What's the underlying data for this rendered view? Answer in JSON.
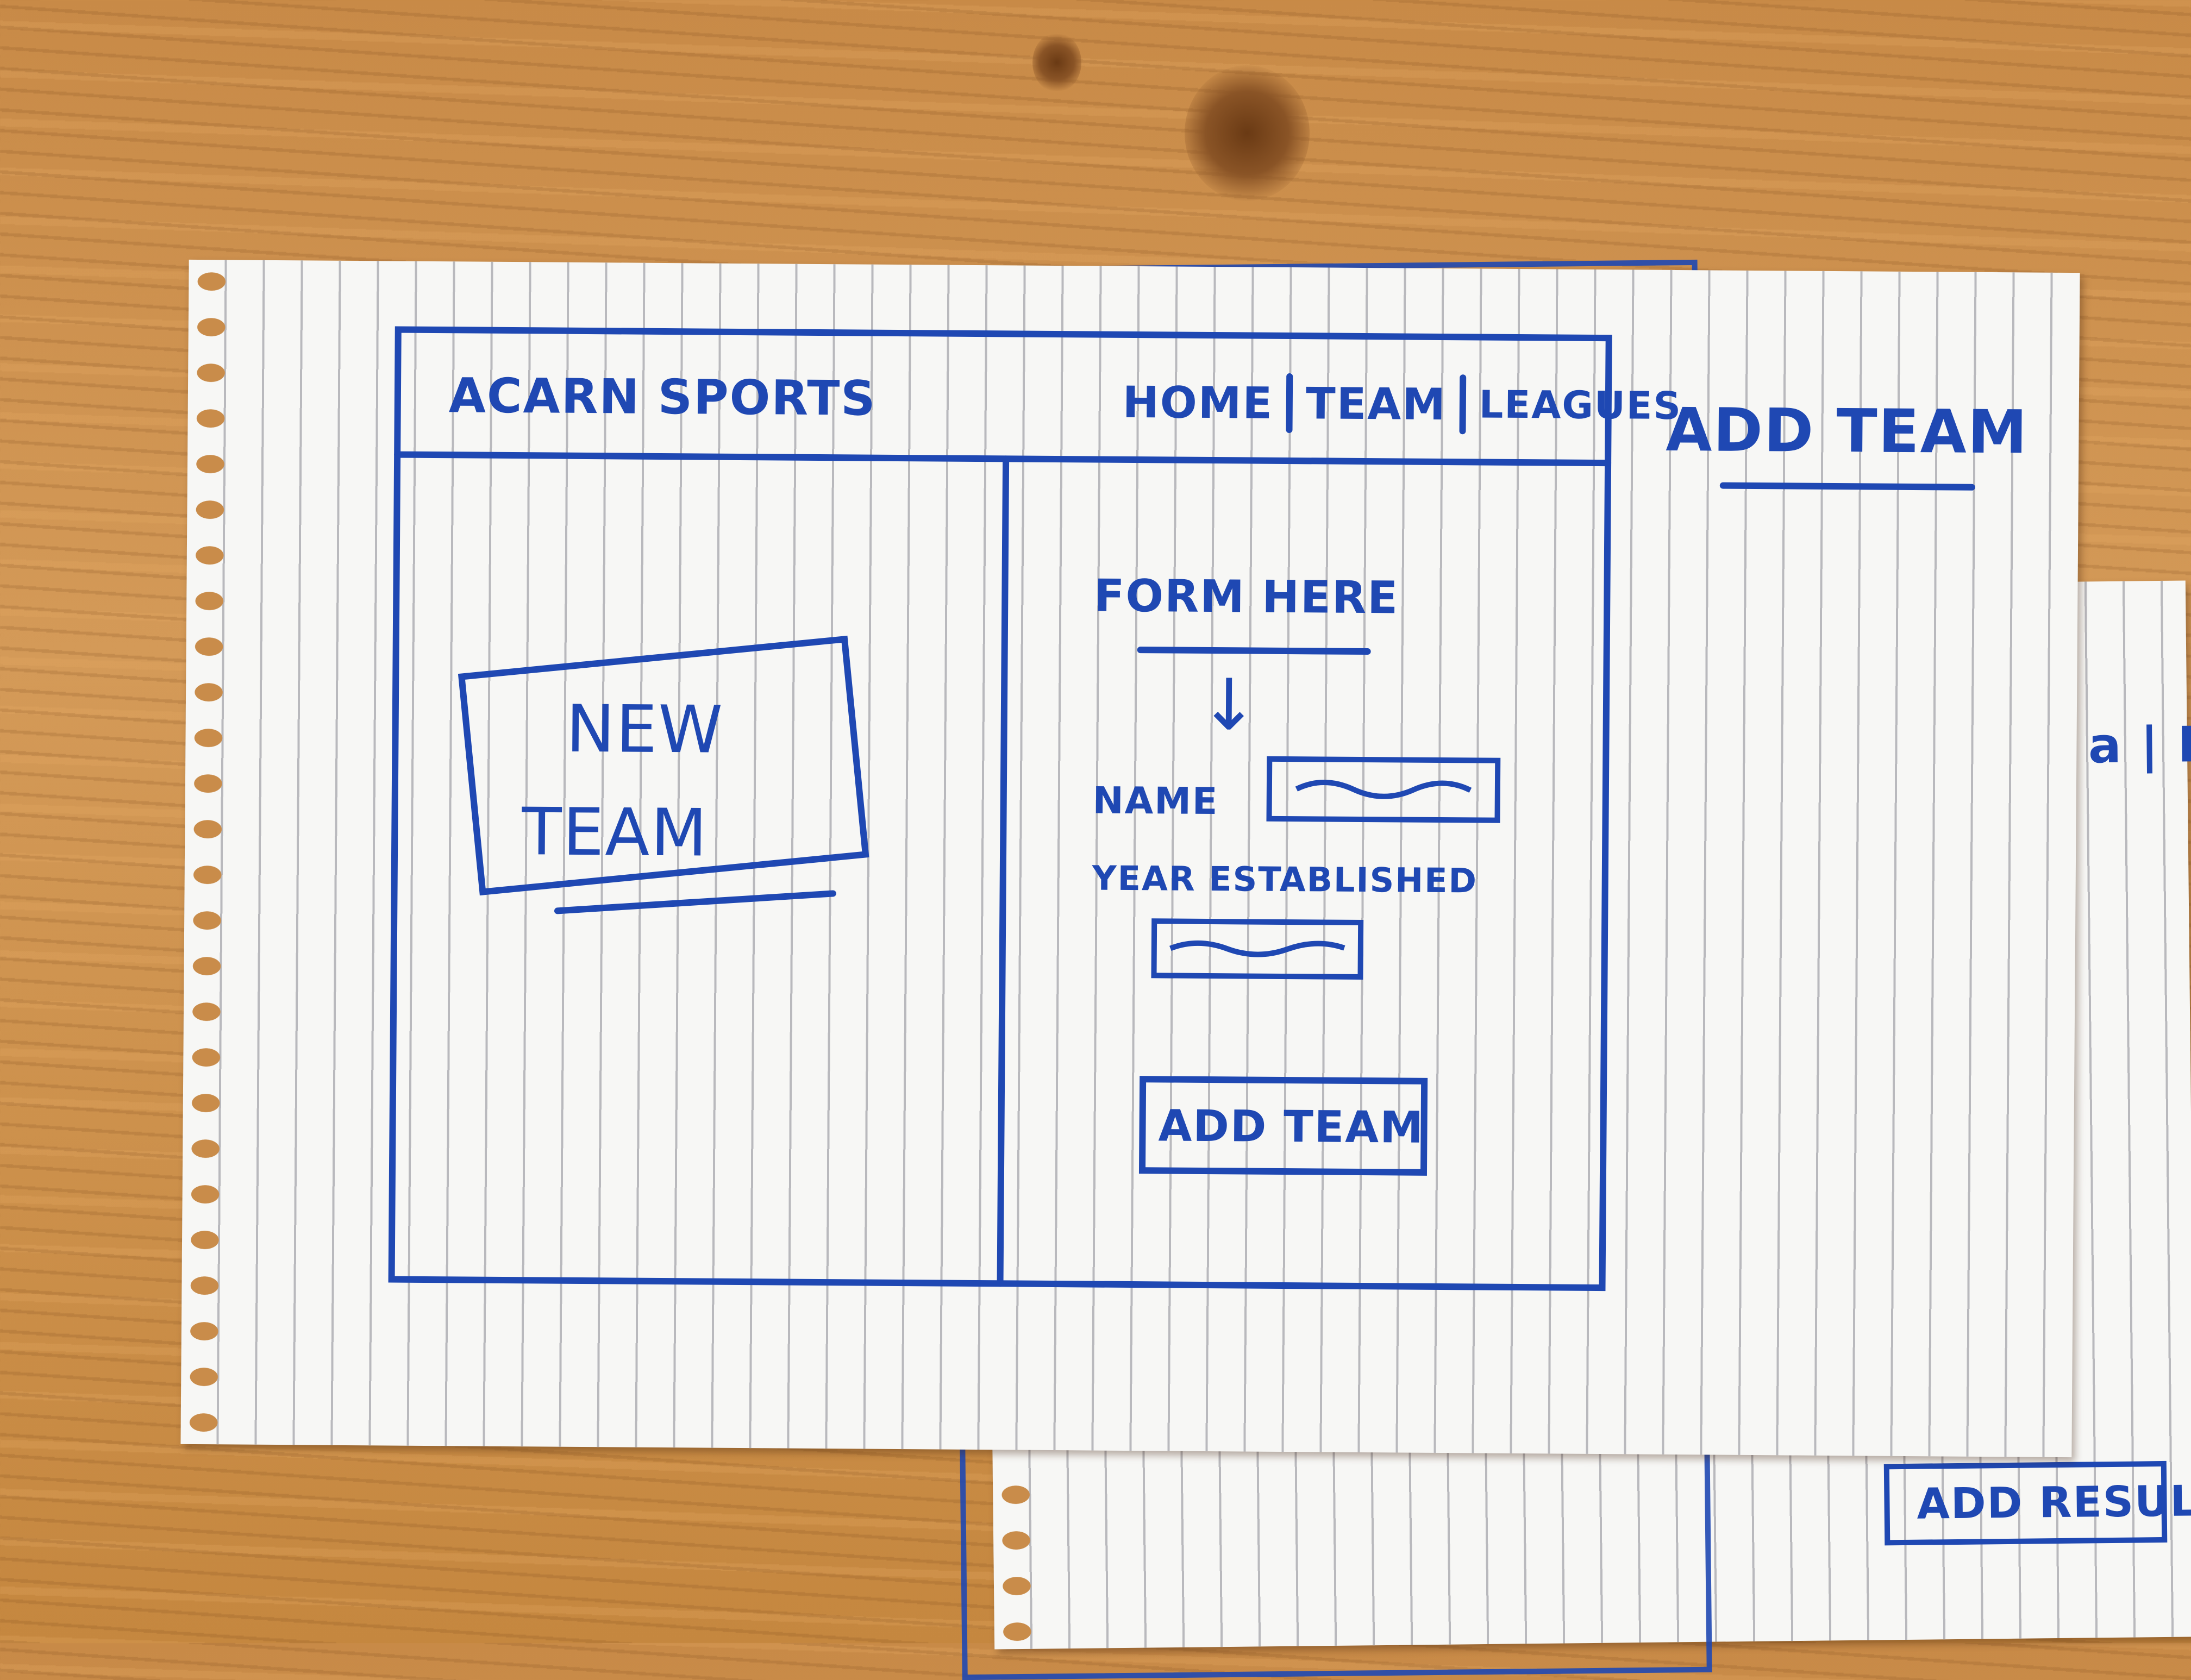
{
  "header": {
    "brand": "ACARN SPORTS",
    "nav": [
      "HOME",
      "TEAM",
      "LEAGUES"
    ]
  },
  "page_title": "ADD TEAM",
  "left_panel": {
    "new_team_line1": "NEW",
    "new_team_line2": "TEAM"
  },
  "form": {
    "heading": "FORM HERE",
    "name_label": "NAME",
    "year_label": "YEAR ESTABLISHED",
    "submit_label": "ADD TEAM"
  },
  "back_sheet": {
    "button_label": "ADD RESULT",
    "nav_fragment": "a | Le"
  },
  "colors": {
    "ink": "#1f48b3",
    "paper": "#f7f7f5",
    "wood": "#c98c4a"
  }
}
